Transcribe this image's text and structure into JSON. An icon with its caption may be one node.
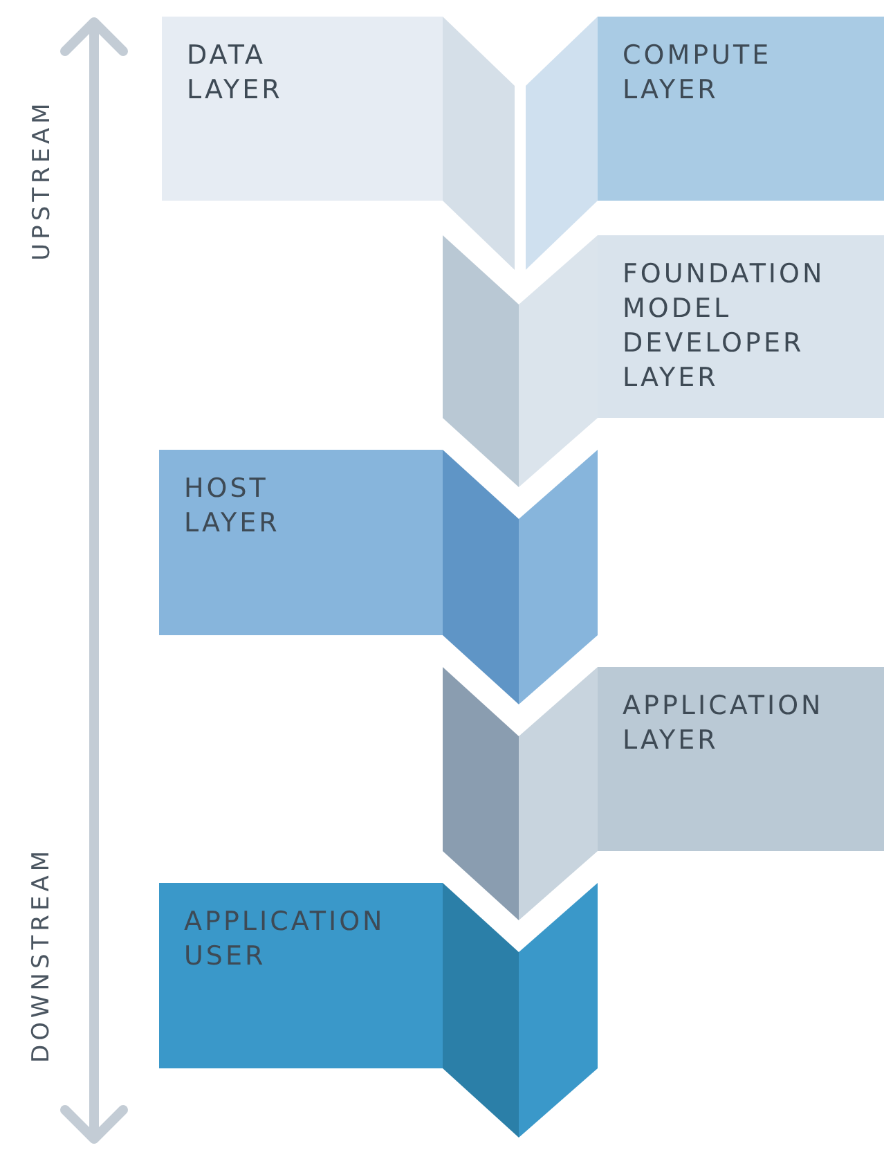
{
  "diagram": {
    "nodes": [
      {
        "text": [
          "DATA LAYER"
        ]
      },
      {
        "text": [
          "COMPUTE LAYER"
        ]
      },
      {
        "text": [
          "FOUNDATION MODEL DEVELOPER LAYER"
        ]
      },
      {
        "text": [
          "HOST LAYER"
        ]
      },
      {
        "text": [
          "APPLICATION LAYER"
        ]
      },
      {
        "text": [
          "APPLICATION USER"
        ]
      }
    ],
    "labels": [
      "UPSTREAM",
      "DOWNSTREAM"
    ]
  }
}
